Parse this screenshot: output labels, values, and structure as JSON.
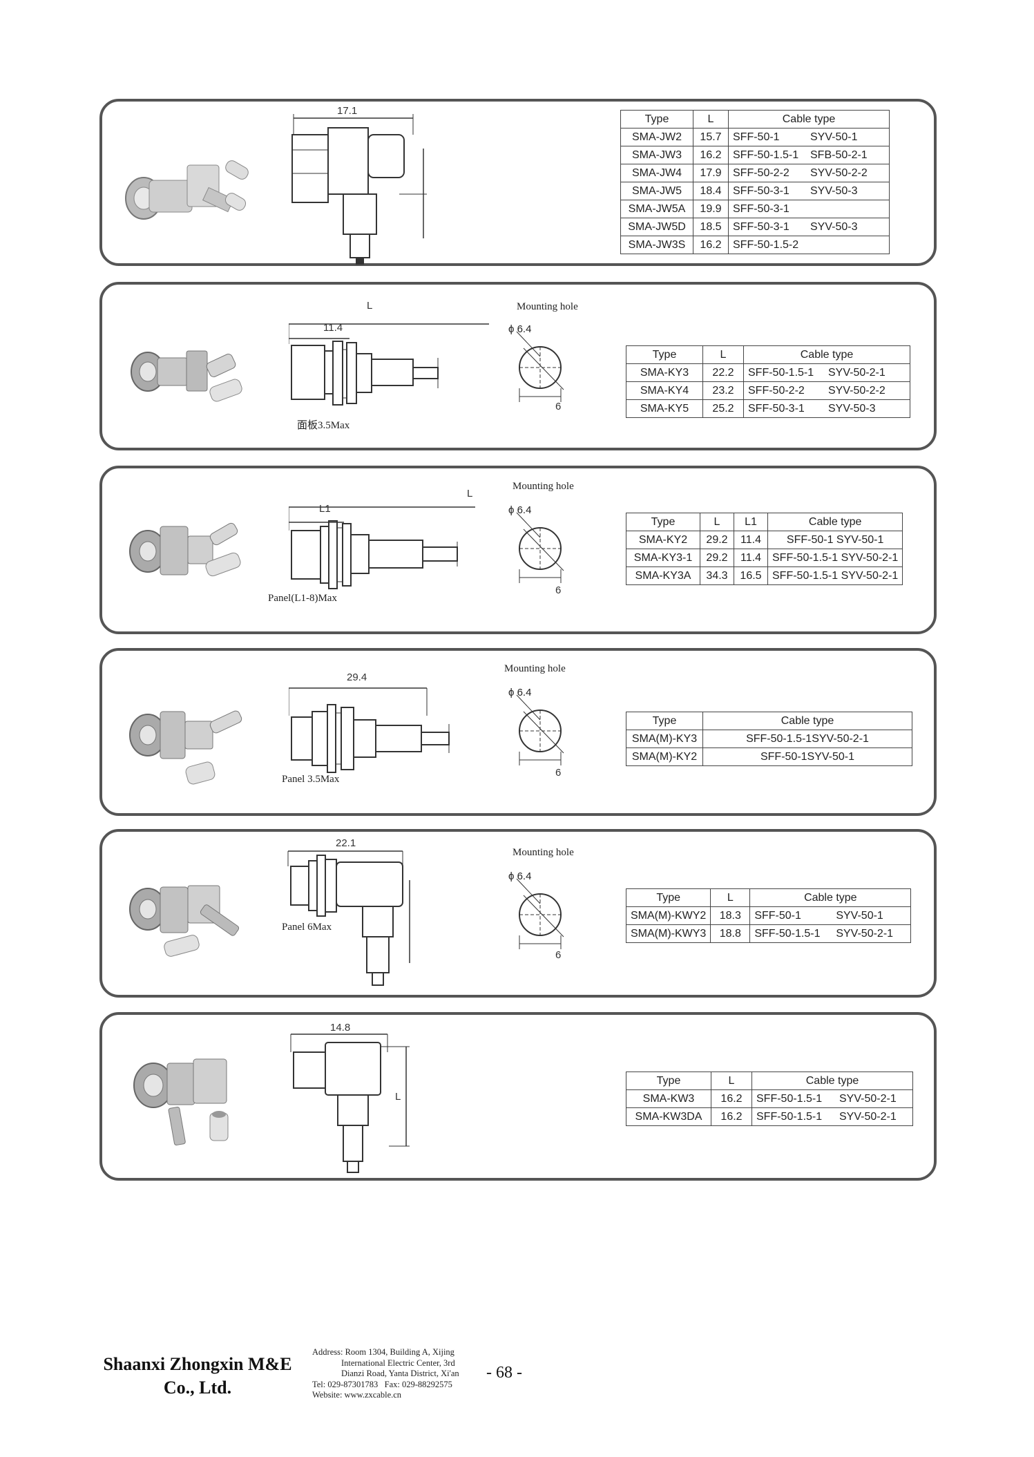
{
  "mounting_hole": {
    "label": "Mounting hole",
    "phi": "ϕ 6.4",
    "width": "6"
  },
  "panels": [
    {
      "dims": [
        "17.1"
      ],
      "note": "",
      "headers": [
        "Type",
        "L",
        "Cable type"
      ],
      "rows": [
        [
          "SMA-JW2",
          "15.7",
          "SFF-50-1",
          "SYV-50-1"
        ],
        [
          "SMA-JW3",
          "16.2",
          "SFF-50-1.5-1",
          "SFB-50-2-1"
        ],
        [
          "SMA-JW4",
          "17.9",
          "SFF-50-2-2",
          "SYV-50-2-2"
        ],
        [
          "SMA-JW5",
          "18.4",
          "SFF-50-3-1",
          "SYV-50-3"
        ],
        [
          "SMA-JW5A",
          "19.9",
          "SFF-50-3-1",
          ""
        ],
        [
          "SMA-JW5D",
          "18.5",
          "SFF-50-3-1",
          "SYV-50-3"
        ],
        [
          "SMA-JW3S",
          "16.2",
          "SFF-50-1.5-2",
          ""
        ]
      ]
    },
    {
      "dims": [
        "L",
        "11.4"
      ],
      "note": "面板3.5Max",
      "headers": [
        "Type",
        "L",
        "Cable type"
      ],
      "rows": [
        [
          "SMA-KY3",
          "22.2",
          "SFF-50-1.5-1",
          "SYV-50-2-1"
        ],
        [
          "SMA-KY4",
          "23.2",
          "SFF-50-2-2",
          "SYV-50-2-2"
        ],
        [
          "SMA-KY5",
          "25.2",
          "SFF-50-3-1",
          "SYV-50-3"
        ]
      ]
    },
    {
      "dims": [
        "L",
        "L1"
      ],
      "note": "Panel(L1-8)Max",
      "headers": [
        "Type",
        "L",
        "L1",
        "Cable type"
      ],
      "rows": [
        [
          "SMA-KY2",
          "29.2",
          "11.4",
          "SFF-50-1",
          "SYV-50-1"
        ],
        [
          "SMA-KY3-1",
          "29.2",
          "11.4",
          "SFF-50-1.5-1",
          "SYV-50-2-1"
        ],
        [
          "SMA-KY3A",
          "34.3",
          "16.5",
          "SFF-50-1.5-1",
          "SYV-50-2-1"
        ]
      ]
    },
    {
      "dims": [
        "29.4"
      ],
      "note": "Panel 3.5Max",
      "headers": [
        "Type",
        "Cable type"
      ],
      "rows": [
        [
          "SMA(M)-KY3",
          "SFF-50-1.5-1",
          "SYV-50-2-1"
        ],
        [
          "SMA(M)-KY2",
          "SFF-50-1",
          "SYV-50-1"
        ]
      ]
    },
    {
      "dims": [
        "22.1"
      ],
      "note": "Panel 6Max",
      "headers": [
        "Type",
        "L",
        "Cable type"
      ],
      "rows": [
        [
          "SMA(M)-KWY2",
          "18.3",
          "SFF-50-1",
          "SYV-50-1"
        ],
        [
          "SMA(M)-KWY3",
          "18.8",
          "SFF-50-1.5-1",
          "SYV-50-2-1"
        ]
      ]
    },
    {
      "dims": [
        "14.8",
        "L"
      ],
      "note": "",
      "headers": [
        "Type",
        "L",
        "Cable type"
      ],
      "rows": [
        [
          "SMA-KW3",
          "16.2",
          "SFF-50-1.5-1",
          "SYV-50-2-1"
        ],
        [
          "SMA-KW3DA",
          "16.2",
          "SFF-50-1.5-1",
          "SYV-50-2-1"
        ]
      ]
    }
  ],
  "footer": {
    "company_line1": "Shaanxi Zhongxin M&E",
    "company_line2": "Co., Ltd.",
    "addr1": "Address: Room 1304, Building A, Xijing",
    "addr2": "International Electric Center, 3rd",
    "addr3": "Dianzi Road, Yanta District, Xi'an",
    "tel": "Tel: 029-87301783",
    "fax": "Fax: 029-88292575",
    "website": "Website: www.zxcable.cn",
    "page": "- 68 -"
  }
}
